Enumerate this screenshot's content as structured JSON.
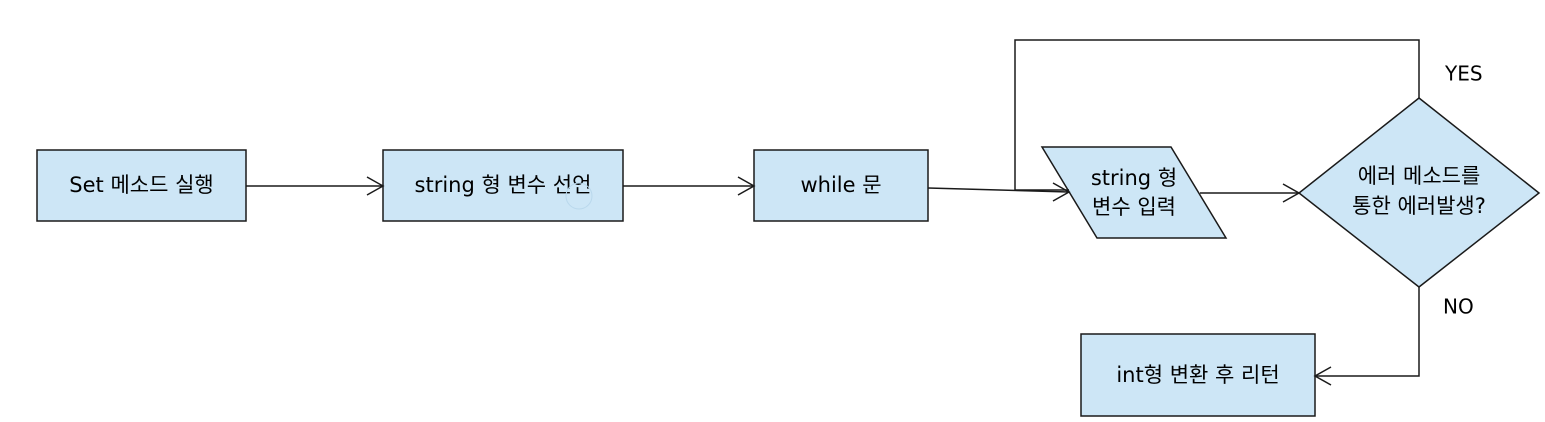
{
  "colors": {
    "node_fill": "#cde6f6",
    "stroke": "#1a1a1a"
  },
  "nodes": {
    "start": {
      "label": "Set 메소드 실행"
    },
    "declare": {
      "label": "string 형 변수 선언"
    },
    "loop": {
      "label": "while 문"
    },
    "input": {
      "line1": "string 형",
      "line2": "변수 입력"
    },
    "decision": {
      "line1": "에러 메소드를",
      "line2": "통한 에러발생?"
    },
    "return": {
      "label": "int형 변환 후 리턴"
    }
  },
  "edges": {
    "yes_label": "YES",
    "no_label": "NO"
  }
}
